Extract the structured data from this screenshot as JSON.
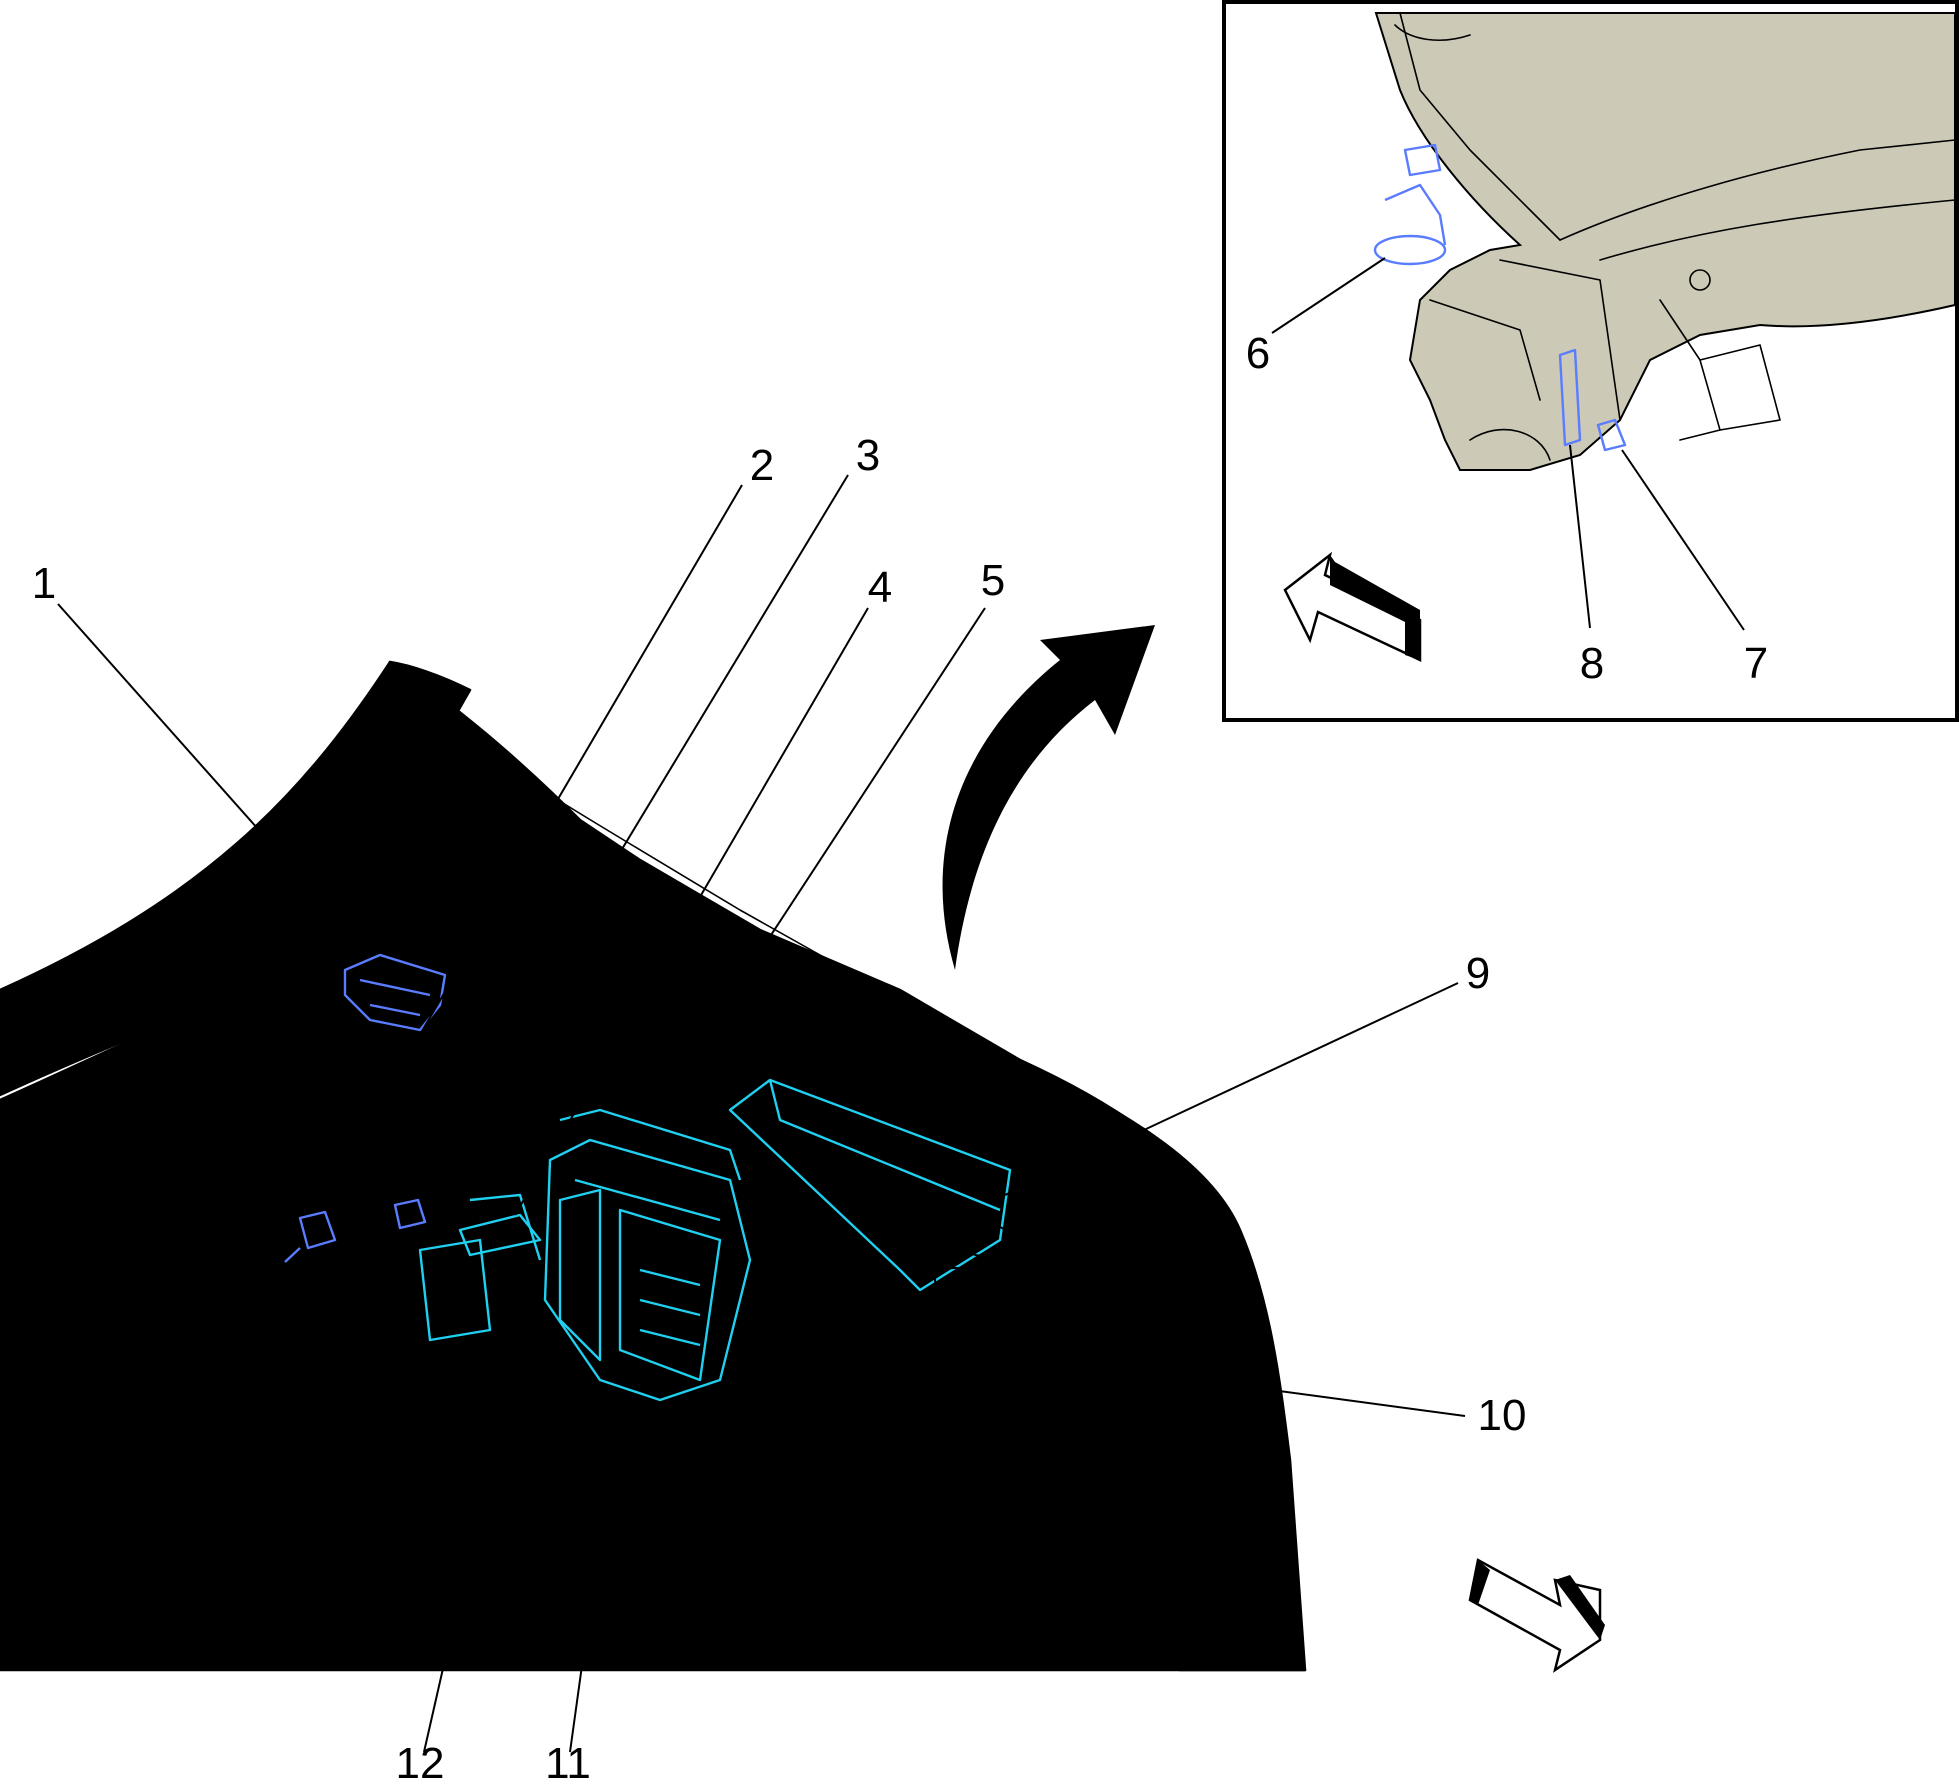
{
  "figure": {
    "colors": {
      "body": "#ccc9b6",
      "body_shade": "#b7b39e",
      "highlight_cyan": "#1fd0f0",
      "highlight_blue": "#5a7cff",
      "line": "#000000",
      "background": "#ffffff"
    },
    "callouts": [
      {
        "id": "c1",
        "label": "1"
      },
      {
        "id": "c2",
        "label": "2"
      },
      {
        "id": "c3",
        "label": "3"
      },
      {
        "id": "c4",
        "label": "4"
      },
      {
        "id": "c5",
        "label": "5"
      },
      {
        "id": "c6",
        "label": "6"
      },
      {
        "id": "c7",
        "label": "7"
      },
      {
        "id": "c8",
        "label": "8"
      },
      {
        "id": "c9",
        "label": "9"
      },
      {
        "id": "c10",
        "label": "10"
      },
      {
        "id": "c11",
        "label": "11"
      },
      {
        "id": "c12",
        "label": "12"
      }
    ],
    "icons": {
      "zoom_arrow": "curved-arrow-icon",
      "inset_direction": "direction-arrow-icon",
      "main_direction": "direction-arrow-icon"
    }
  }
}
